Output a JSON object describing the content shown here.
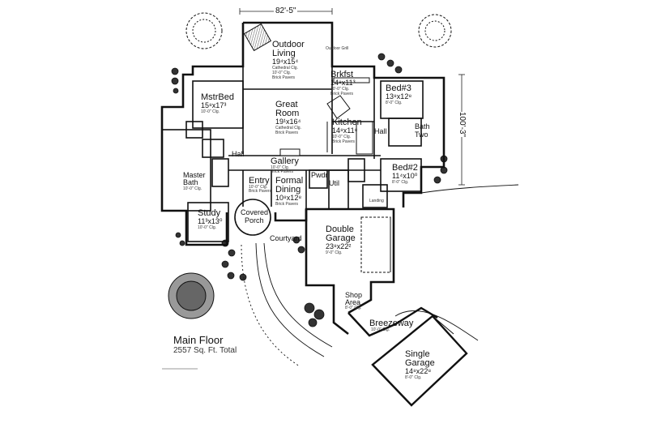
{
  "plan": {
    "overall_width": "82'-5\"",
    "overall_depth": "100'-3\"",
    "floor_title": "Main Floor",
    "floor_area": "2557 Sq. Ft. Total"
  },
  "rooms": {
    "outdoor_living": {
      "name1": "Outdoor",
      "name2": "Living",
      "dims": "19⁴x15⁴",
      "notes": [
        "Cathedral Clg.",
        "10'-0\" Clg.",
        "Brick Pavers"
      ]
    },
    "outdoor_grill": {
      "label": "Outdoor Grill"
    },
    "mstr_bed": {
      "name": "MstrBed",
      "dims": "15⁸x17³",
      "notes": [
        "10'-0\" Clg."
      ]
    },
    "great_room": {
      "name1": "Great",
      "name2": "Room",
      "dims": "19¹x16⁴",
      "notes": [
        "Cathedral Clg.",
        "Brick Pavers"
      ]
    },
    "brkfst": {
      "name": "Brkfst",
      "dims": "14⁸x11³",
      "notes": [
        "10'-0\" Clg.",
        "Brick Pavers"
      ]
    },
    "kitchen": {
      "name": "Kitchen",
      "dims": "14⁸x11⁸",
      "notes": [
        "10'-0\" Clg.",
        "Brick Pavers"
      ]
    },
    "bed3": {
      "name": "Bed#3",
      "dims": "13⁸x12⁸",
      "notes": [
        "8'-0\" Clg."
      ]
    },
    "bath_two": {
      "name1": "Bath",
      "name2": "Two"
    },
    "gallery": {
      "name": "Gallery",
      "notes": [
        "10'-0\" Clg.",
        "Brick Pavers"
      ]
    },
    "hall": {
      "label": "Hall"
    },
    "hall_right": {
      "label": "Hall"
    },
    "master_bath": {
      "name1": "Master",
      "name2": "Bath",
      "notes": [
        "10'-0\" Clg."
      ]
    },
    "entry": {
      "name": "Entry",
      "notes": [
        "10'-0\" Clg.",
        "Brick Pavers"
      ]
    },
    "formal_dining": {
      "name1": "Formal",
      "name2": "Dining",
      "dims": "10⁸x12⁸",
      "notes": [
        "Brick Pavers"
      ]
    },
    "util": {
      "label": "Util"
    },
    "pwdr": {
      "label": "Pwdr"
    },
    "bed2": {
      "name": "Bed#2",
      "dims": "11⁴x10⁰",
      "notes": [
        "8'-0\" Clg."
      ]
    },
    "landing": {
      "label": "Landing"
    },
    "study": {
      "name": "Study",
      "dims": "11³x13⁰",
      "notes": [
        "10'-0\" Clg."
      ]
    },
    "covered_porch": {
      "name1": "Covered",
      "name2": "Porch"
    },
    "courtyard": {
      "label": "Courtyard"
    },
    "double_garage": {
      "name1": "Double",
      "name2": "Garage",
      "dims": "23⁸x22²",
      "notes": [
        "9'-0\" Clg."
      ]
    },
    "shop_area": {
      "name1": "Shop",
      "name2": "Area",
      "notes": [
        "8'-0\" Clg."
      ]
    },
    "breezeway": {
      "name": "Breezeway",
      "notes": [
        "10'-0\" Clg."
      ]
    },
    "single_garage": {
      "name1": "Single",
      "name2": "Garage",
      "dims": "14⁸x22⁸",
      "notes": [
        "8'-0\" Clg."
      ]
    }
  }
}
